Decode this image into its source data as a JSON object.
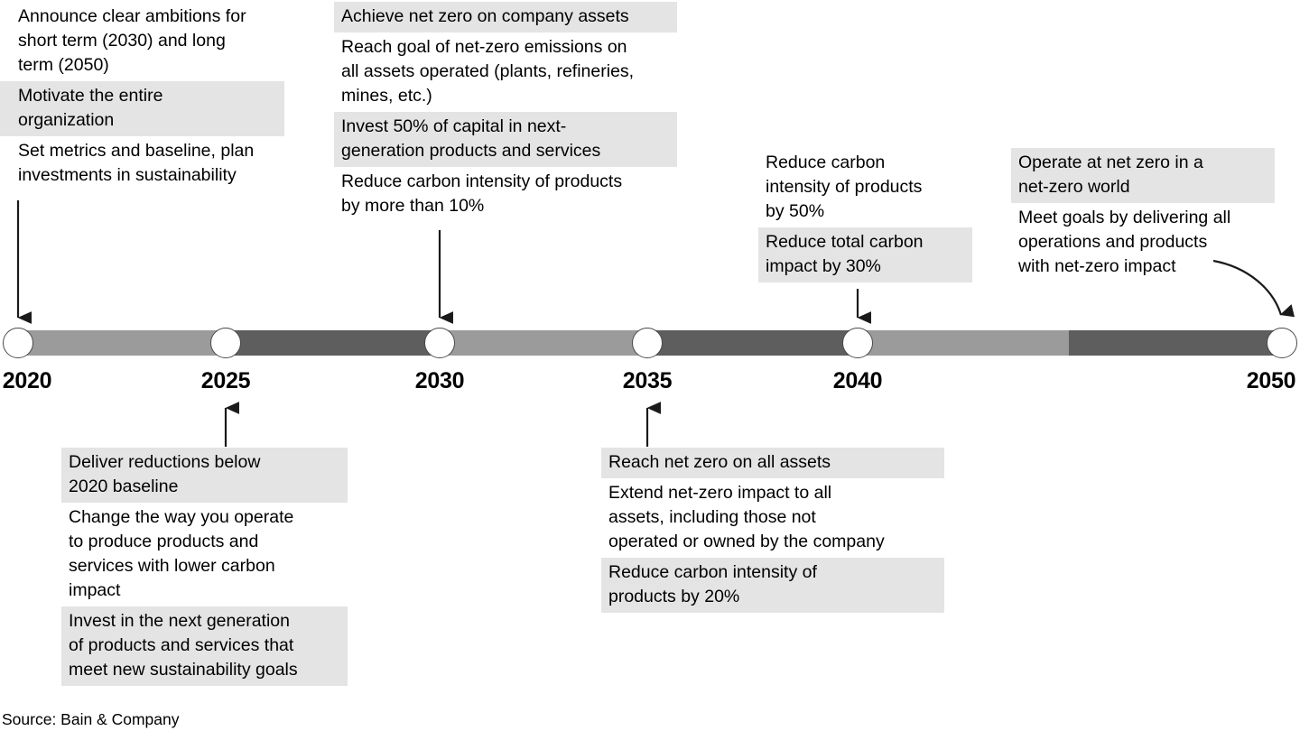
{
  "chart_data": {
    "type": "timeline",
    "title": "",
    "source": "Source: Bain & Company",
    "axis": {
      "ticks": [
        "2020",
        "2025",
        "2030",
        "2035",
        "2040",
        "2050"
      ],
      "range": [
        2020,
        2050
      ],
      "segment_colors": [
        "#9b9b9b",
        "#5e5e5e"
      ],
      "track_colors": {
        "light": "#9b9b9b",
        "dark": "#5e5e5e"
      },
      "highlight_color": "#e4e4e4"
    },
    "milestones": [
      {
        "year": "2020",
        "position": "above",
        "lines": [
          {
            "text": "Announce clear ambitions for short term (2030) and long term (2050)",
            "highlight": false
          },
          {
            "text": "Motivate the entire organization",
            "highlight": true
          },
          {
            "text": "Set metrics and baseline, plan investments in sustainability",
            "highlight": false
          }
        ]
      },
      {
        "year": "2025",
        "position": "below",
        "lines": [
          {
            "text": "Deliver reductions below 2020 baseline",
            "highlight": true
          },
          {
            "text": "Change the way you operate to produce products and services with lower carbon impact",
            "highlight": false
          },
          {
            "text": "Invest in the next generation of products and services that meet new sustainability goals",
            "highlight": true
          }
        ]
      },
      {
        "year": "2030",
        "position": "above",
        "lines": [
          {
            "text": "Achieve net zero on company assets",
            "highlight": true
          },
          {
            "text": "Reach goal of net-zero emissions on all assets operated (plants, refineries, mines, etc.)",
            "highlight": false
          },
          {
            "text": "Invest 50% of capital in next-generation products and services",
            "highlight": true
          },
          {
            "text": "Reduce carbon intensity of products by more than 10%",
            "highlight": false
          }
        ]
      },
      {
        "year": "2035",
        "position": "below",
        "lines": [
          {
            "text": "Reach net zero on all assets",
            "highlight": true
          },
          {
            "text": "Extend net-zero impact to all assets, including those not operated or owned by the company",
            "highlight": false
          },
          {
            "text": "Reduce carbon intensity of products by 20%",
            "highlight": true
          }
        ]
      },
      {
        "year": "2040",
        "position": "above",
        "lines": [
          {
            "text": "Reduce carbon intensity of products by 50%",
            "highlight": false
          },
          {
            "text": "Reduce total carbon impact by 30%",
            "highlight": true
          }
        ]
      },
      {
        "year": "2050",
        "position": "above",
        "lines": [
          {
            "text": "Operate at net zero in a net-zero world",
            "highlight": true
          },
          {
            "text": "Meet goals by delivering all operations and products with net-zero impact",
            "highlight": false
          }
        ]
      }
    ]
  },
  "timeline": {
    "years": [
      {
        "label": "2020"
      },
      {
        "label": "2025"
      },
      {
        "label": "2030"
      },
      {
        "label": "2035"
      },
      {
        "label": "2040"
      },
      {
        "label": "2050"
      }
    ]
  },
  "notes": {
    "y2020": {
      "l1": "Announce clear ambitions for\nshort term (2030) and long\nterm (2050)",
      "l2": "Motivate the entire\norganization",
      "l3": "Set metrics and baseline, plan\ninvestments in sustainability"
    },
    "y2025": {
      "l1": "Deliver reductions below\n2020 baseline",
      "l2": "Change the way you operate\nto produce products and\nservices with lower carbon\nimpact",
      "l3": "Invest in the next generation\nof products and services that\nmeet new sustainability goals"
    },
    "y2030": {
      "l1": "Achieve net zero on company assets",
      "l2": "Reach goal of net-zero emissions on\nall assets operated (plants, refineries,\nmines, etc.)",
      "l3": "Invest 50% of capital in next-\ngeneration products and services",
      "l4": "Reduce carbon intensity of products\nby more than 10%"
    },
    "y2035": {
      "l1": "Reach net zero on all assets",
      "l2": "Extend net-zero impact to all\nassets, including those not\noperated or owned by the company",
      "l3": "Reduce carbon intensity of\nproducts by 20%"
    },
    "y2040": {
      "l1": "Reduce carbon\nintensity of products\nby 50%",
      "l2": "Reduce total carbon\nimpact by 30%"
    },
    "y2050": {
      "l1": "Operate at net zero in a\nnet-zero world",
      "l2": "Meet goals by delivering all\noperations and products\nwith net-zero impact"
    }
  },
  "footer": {
    "source": "Source: Bain & Company"
  }
}
